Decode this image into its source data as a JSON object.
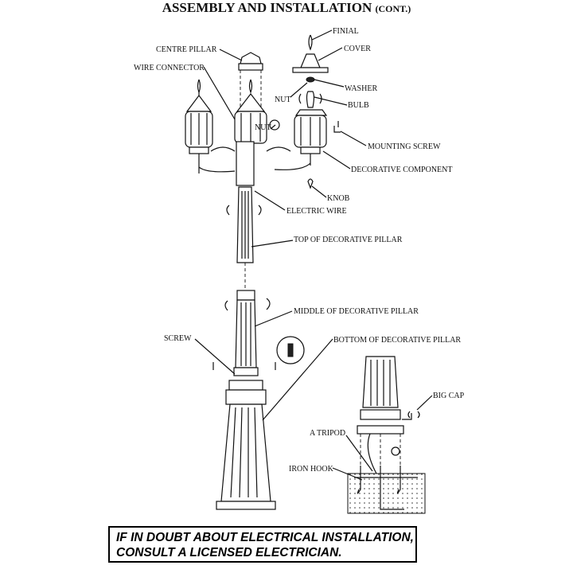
{
  "title": {
    "main": "ASSEMBLY AND INSTALLATION",
    "suffix": "(CONT.)"
  },
  "labels": {
    "finial": "FINIAL",
    "cover": "COVER",
    "centre_pillar": "CENTRE PILLAR",
    "wire_connector": "WIRE CONNECTOR",
    "washer": "WASHER",
    "nut_top": "NUT",
    "bulb": "BULB",
    "nut": "NUT",
    "mounting_screw": "MOUNTING SCREW",
    "decorative_component": "DECORATIVE COMPONENT",
    "knob": "KNOB",
    "electric_wire": "ELECTRIC WIRE",
    "top_pillar": "TOP OF DECORATIVE PILLAR",
    "middle_pillar": "MIDDLE OF DECORATIVE PILLAR",
    "screw": "SCREW",
    "bottom_pillar": "BOTTOM OF DECORATIVE PILLAR",
    "big_cap": "BIG CAP",
    "tripod": "A TRIPOD",
    "iron_hook": "IRON HOOK"
  },
  "warning": {
    "line1": "IF IN DOUBT ABOUT ELECTRICAL INSTALLATION,",
    "line2": "CONSULT A LICENSED ELECTRICIAN."
  }
}
